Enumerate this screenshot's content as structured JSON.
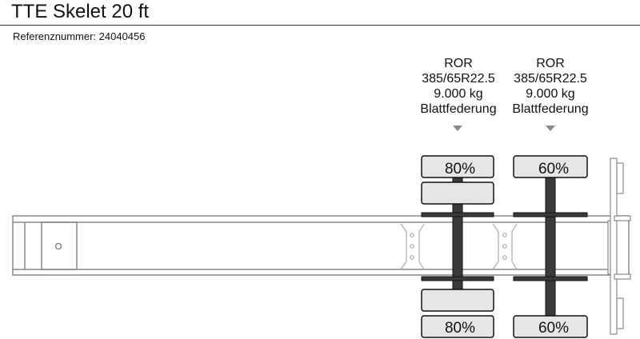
{
  "header": {
    "title": "TTE Skelet 20 ft",
    "reference": "Referenznummer: 24040456"
  },
  "axles": [
    {
      "tire_type": "ROR",
      "tire_size": "385/65R22.5",
      "load": "9.000 kg",
      "suspension": "Blattfederung",
      "pct_top": "80%",
      "pct_bottom": "80%"
    },
    {
      "tire_type": "ROR",
      "tire_size": "385/65R22.5",
      "load": "9.000 kg",
      "suspension": "Blattfederung",
      "pct_top": "60%",
      "pct_bottom": "60%"
    }
  ]
}
